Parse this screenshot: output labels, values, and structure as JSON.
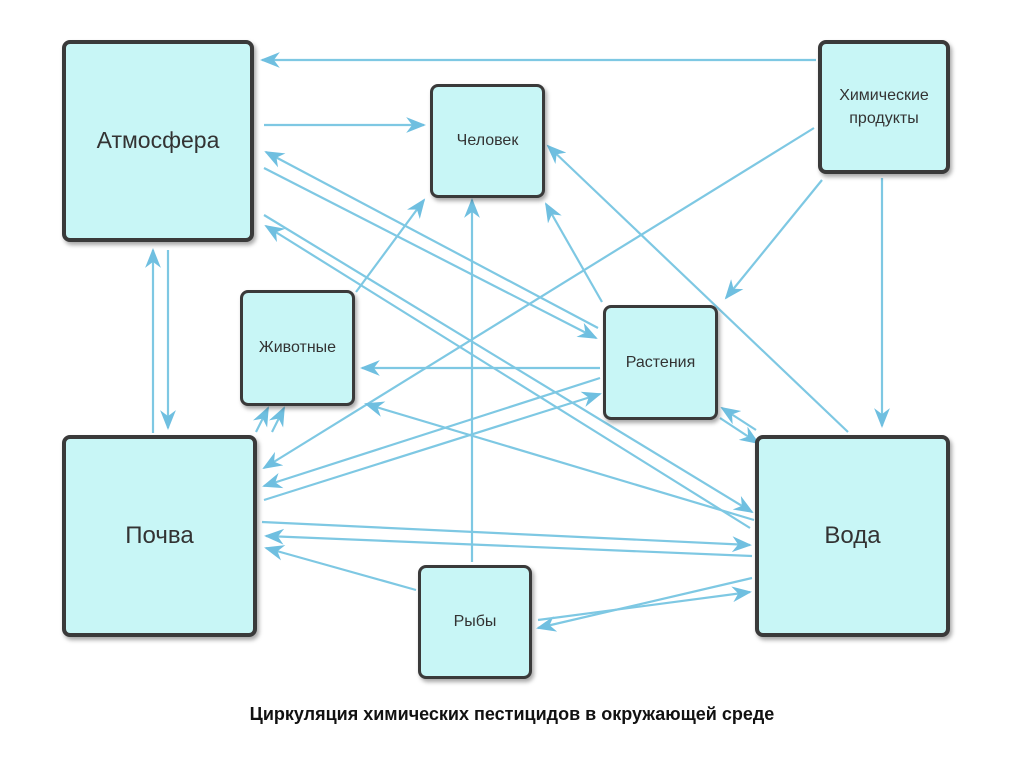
{
  "nodes": {
    "atmosphere": "Атмосфера",
    "human": "Человек",
    "chemicals": "Химические продукты",
    "animals": "Животные",
    "plants": "Растения",
    "soil": "Почва",
    "water": "Вода",
    "fish": "Рыбы"
  },
  "caption": "Циркуляция химических пестицидов в окружающей среде",
  "colors": {
    "box_fill": "#c8f6f6",
    "arrow": "#7ec8e3",
    "border": "#3a3a3a"
  }
}
